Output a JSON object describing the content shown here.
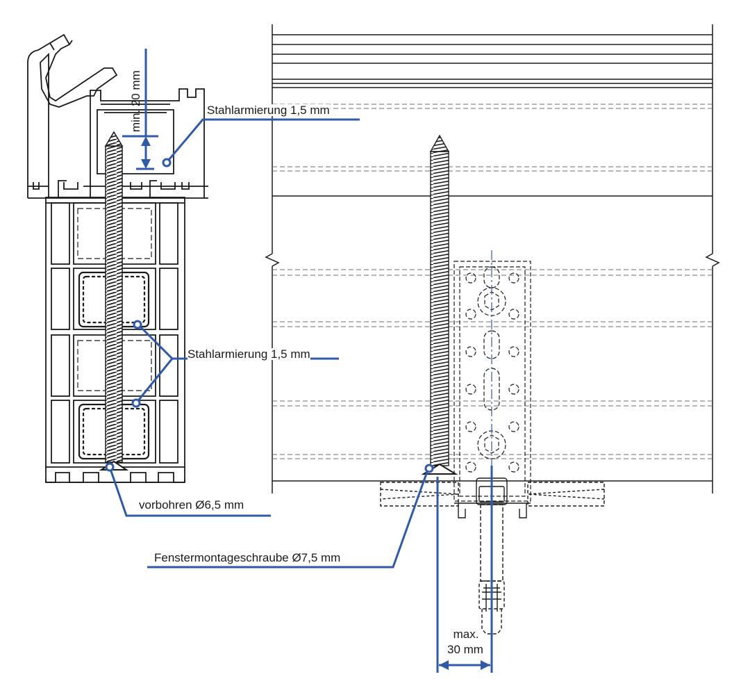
{
  "labels": {
    "steel_top": "Stahlarmierung 1,5 mm",
    "steel_mid": "Stahlarmierung 1,5 mm",
    "predrill": "vorbohren Ø6,5 mm",
    "screw": "Fenstermontageschraube Ø7,5 mm",
    "min_depth": "min. 20 mm",
    "max_line1": "max.",
    "max_line2": "30 mm"
  },
  "colors": {
    "line": "#1a1a1a",
    "annotation": "#2e5aa8",
    "hidden": "#8a8a8a"
  }
}
